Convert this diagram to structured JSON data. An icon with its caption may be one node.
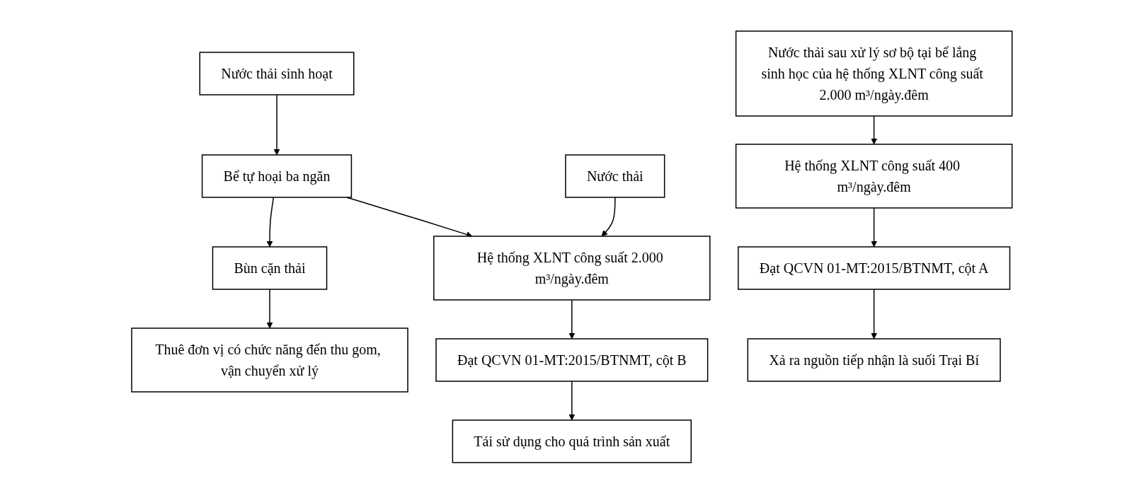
{
  "diagram": {
    "nodes": [
      {
        "text": [
          "Nước thải sinh hoạt"
        ]
      },
      {
        "text": [
          "Bể tự hoại ba ngăn"
        ]
      },
      {
        "text": [
          "Bùn cặn thải"
        ]
      },
      {
        "text": [
          "Thuê đơn vị có chức năng đến thu gom, vận chuyển xử lý"
        ]
      },
      {
        "text": [
          "Nước thải"
        ]
      },
      {
        "text": [
          "Hệ thống XLNT công suất 2.000 m³/ngày.đêm"
        ]
      },
      {
        "text": [
          "Đạt QCVN 01-MT:2015/BTNMT, cột B"
        ]
      },
      {
        "text": [
          "Tái sử dụng cho quá trình sản xuất"
        ]
      },
      {
        "text": [
          "Nước thải sau xử lý sơ bộ tại bể lắng sinh học của hệ thống XLNT công suất 2.000 m³/ngày.đêm"
        ]
      },
      {
        "text": [
          "Hệ thống XLNT công suất 400 m³/ngày.đêm"
        ]
      },
      {
        "text": [
          "Đạt QCVN 01-MT:2015/BTNMT, cột A"
        ]
      },
      {
        "text": [
          "Xả ra nguồn tiếp nhận là suối Trại Bí"
        ]
      }
    ],
    "edges": [
      {
        "from": 0,
        "to": 1,
        "arrow": "to"
      },
      {
        "from": 1,
        "to": 2,
        "arrow": "to"
      },
      {
        "from": 2,
        "to": 3,
        "arrow": "to"
      },
      {
        "from": 1,
        "to": 5,
        "arrow": "to"
      },
      {
        "from": 4,
        "to": 5,
        "arrow": "to"
      },
      {
        "from": 5,
        "to": 6,
        "arrow": "to"
      },
      {
        "from": 6,
        "to": 7,
        "arrow": "to"
      },
      {
        "from": 8,
        "to": 9,
        "arrow": "to"
      },
      {
        "from": 9,
        "to": 10,
        "arrow": "to"
      },
      {
        "from": 10,
        "to": 11,
        "arrow": "to"
      }
    ]
  }
}
